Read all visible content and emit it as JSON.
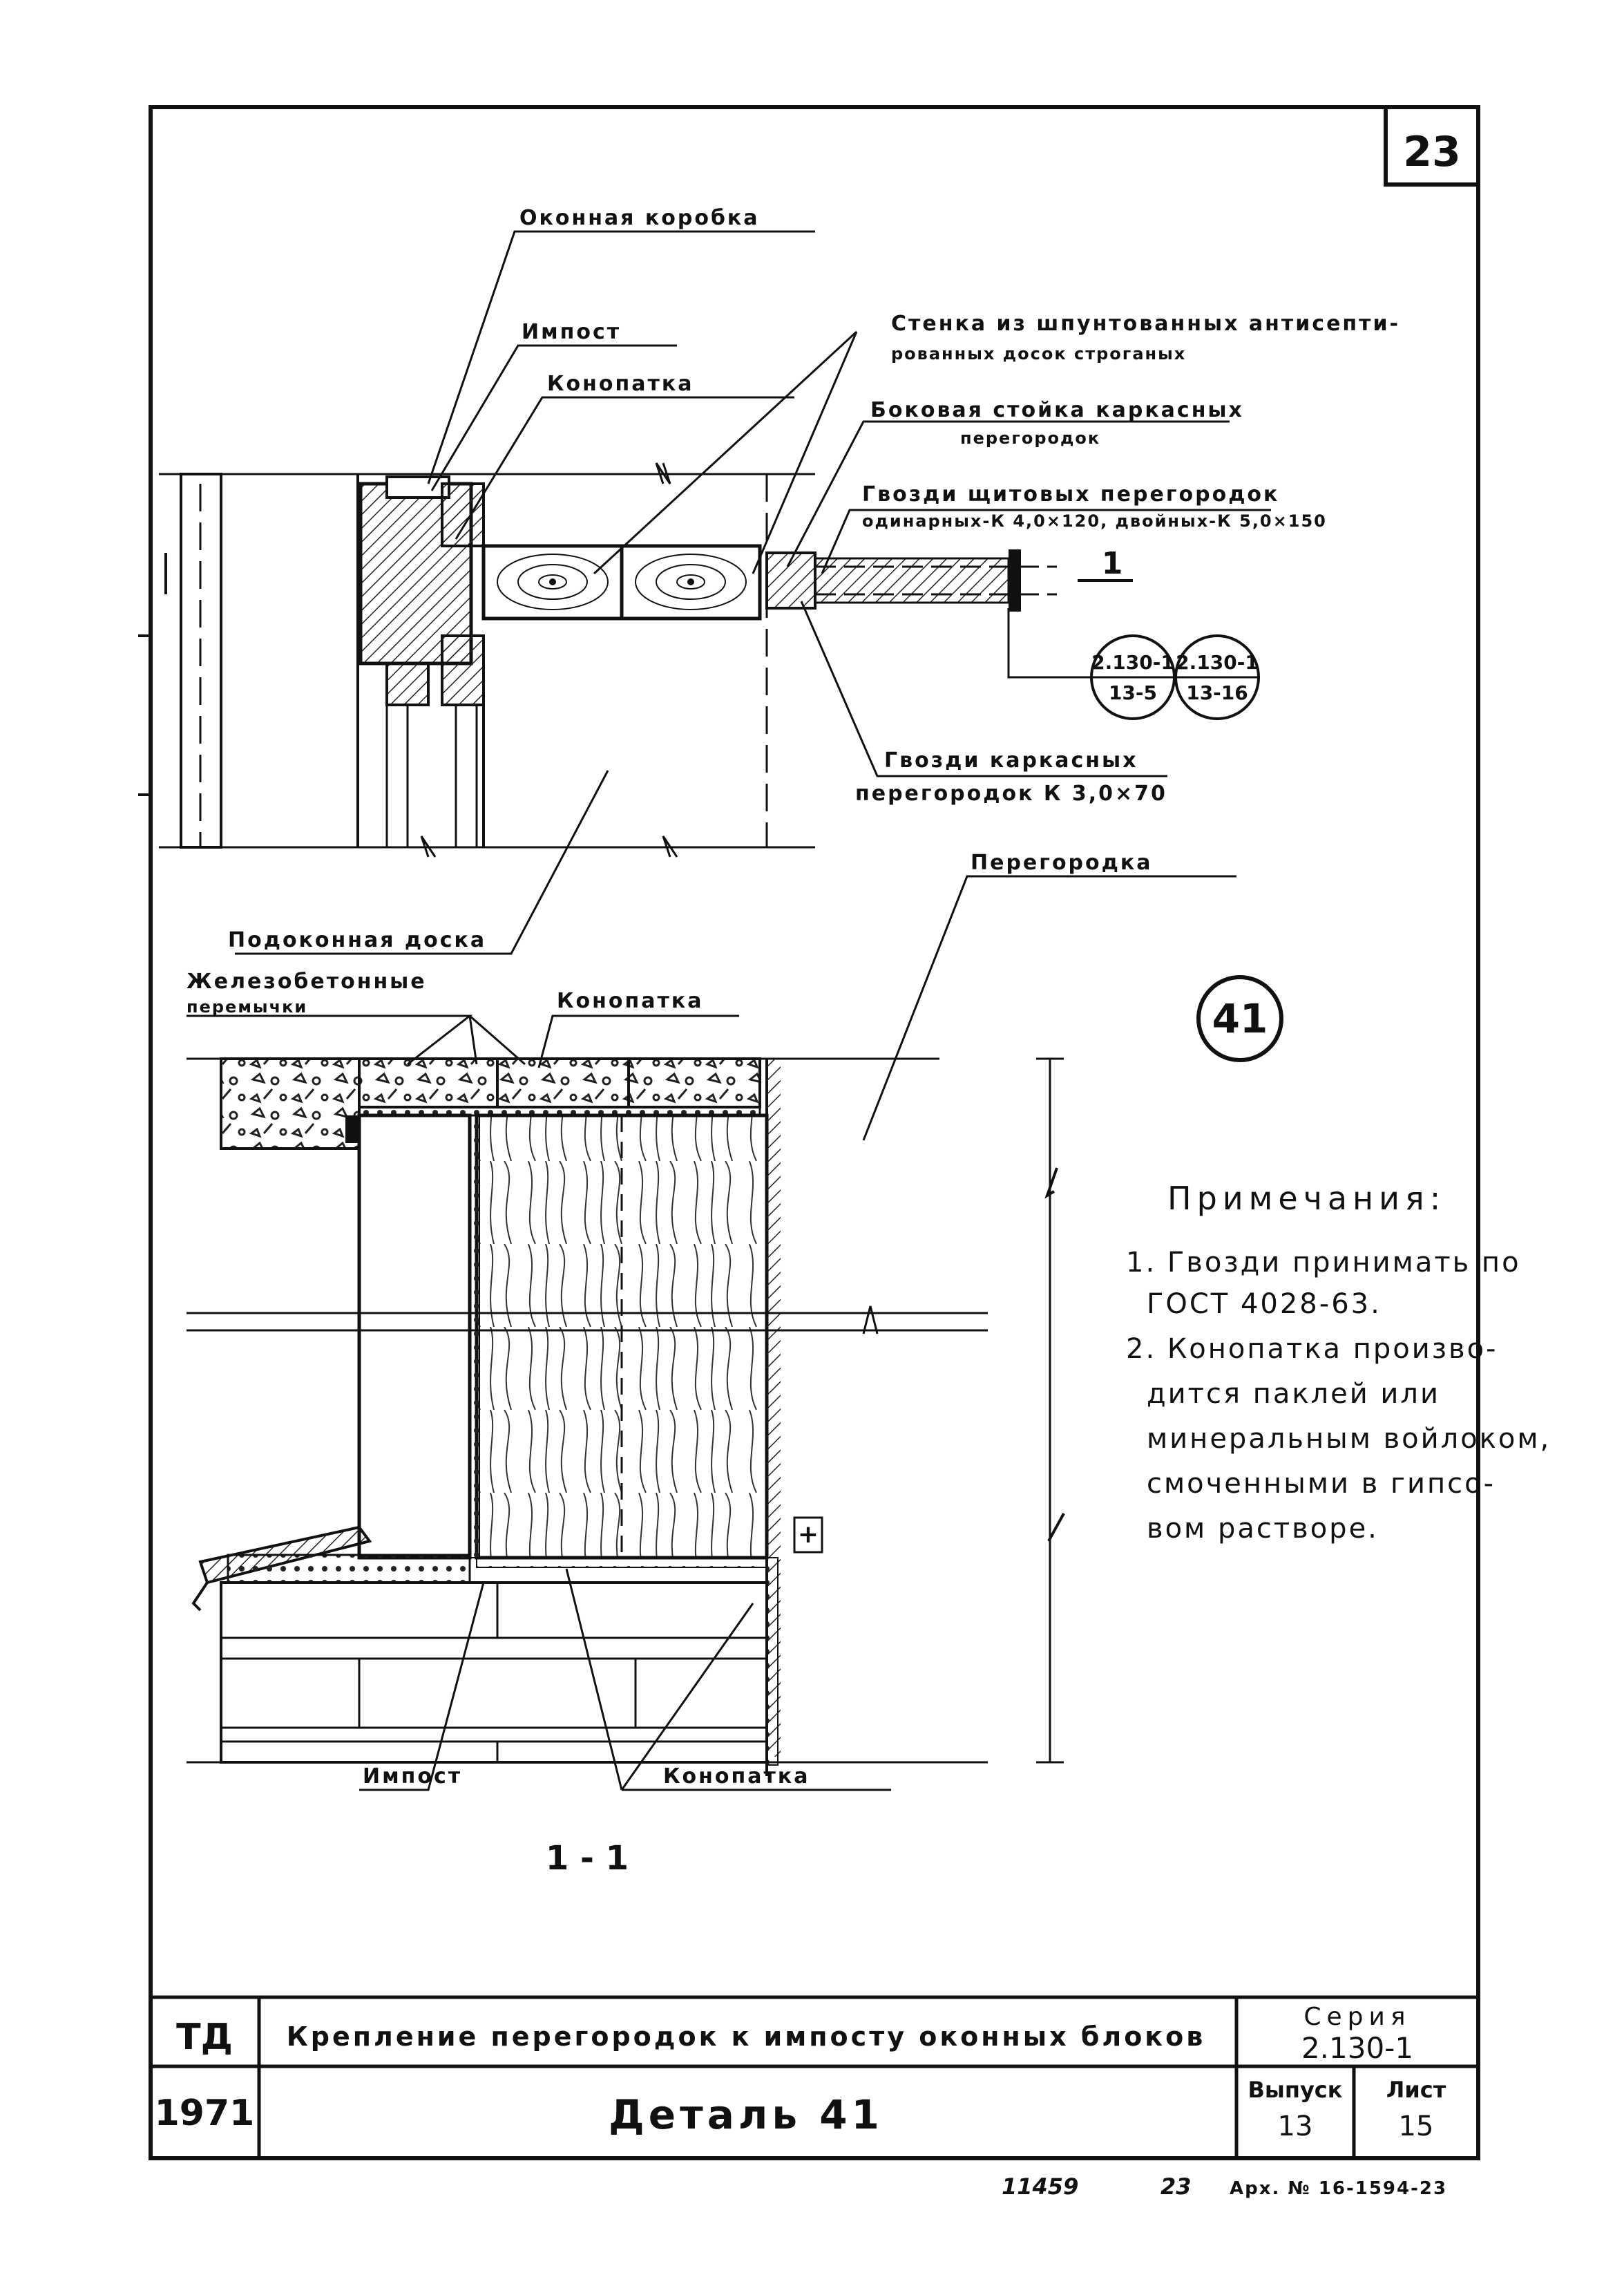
{
  "sheet_number": "23",
  "detail_number": "41",
  "section_label": "1 - 1",
  "section_mark": "1",
  "labels": {
    "window_box": "Оконная коробка",
    "impost_top": "Импост",
    "caulk_top": "Конопатка",
    "wall_boards_line1": "Стенка из шпунтованных антисепти-",
    "wall_boards_line2": "рованных досок строганых",
    "side_post_line1": "Боковая стойка каркасных",
    "side_post_line2": "перегородок",
    "nails_shield_line1": "Гвозди щитовых перегородок",
    "nails_shield_line2": "одинарных-К 4,0×120, двойных-К 5,0×150",
    "nails_frame_line1": "Гвозди каркасных",
    "nails_frame_line2": "перегородок К 3,0×70",
    "partition": "Перегородка",
    "sill_board": "Подоконная доска",
    "lintels_line1": "Железобетонные",
    "lintels_line2": "перемычки",
    "caulk_mid": "Конопатка",
    "impost_bottom": "Импост",
    "caulk_bottom": "Конопатка"
  },
  "refs": [
    {
      "top": "2.130-1",
      "bottom": "13-5"
    },
    {
      "top": "2.130-1",
      "bottom": "13-16"
    }
  ],
  "notes": {
    "heading": "Примечания:",
    "lines": [
      "1. Гвозди принимать по",
      "ГОСТ 4028-63.",
      "2. Конопатка произво-",
      "дится паклей или",
      "минеральным войлоком,",
      "смоченными в гипсо-",
      "вом растворе."
    ]
  },
  "title_block": {
    "org": "ТД",
    "year": "1971",
    "title": "Крепление перегородок к импосту оконных блоков",
    "detail": "Деталь 41",
    "series_label": "Серия",
    "series_value": "2.130-1",
    "issue_label": "Выпуск",
    "issue_value": "13",
    "sheet_label": "Лист",
    "sheet_value": "15"
  },
  "footer": {
    "handwritten_1": "11459",
    "handwritten_2": "23",
    "archive": "Арх. № 16-1594-23"
  }
}
